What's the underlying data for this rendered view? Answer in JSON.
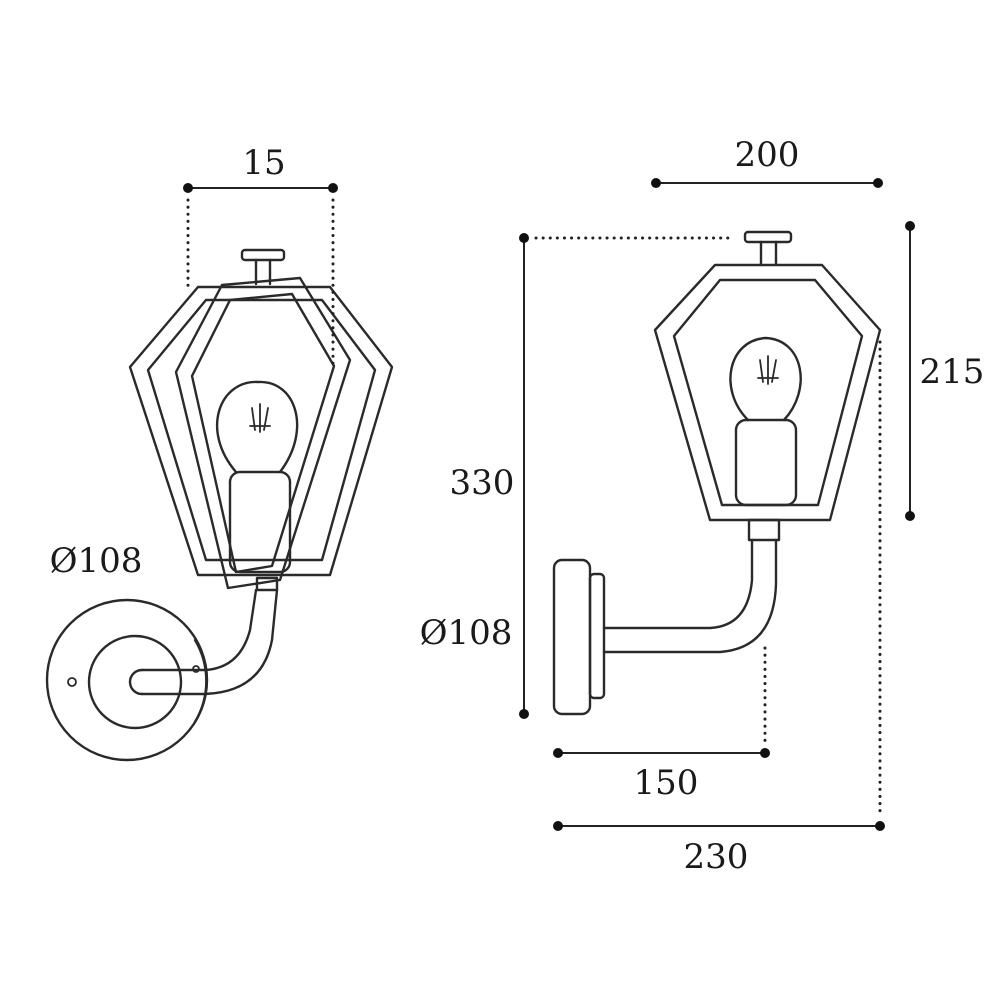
{
  "labels": {
    "left_top_width": "15",
    "left_canopy_diameter": "Ø108",
    "right_top_width": "200",
    "right_total_height": "330",
    "right_lantern_height": "215",
    "right_canopy_diameter": "Ø108",
    "right_projection_arm": "150",
    "right_projection_total": "230"
  }
}
